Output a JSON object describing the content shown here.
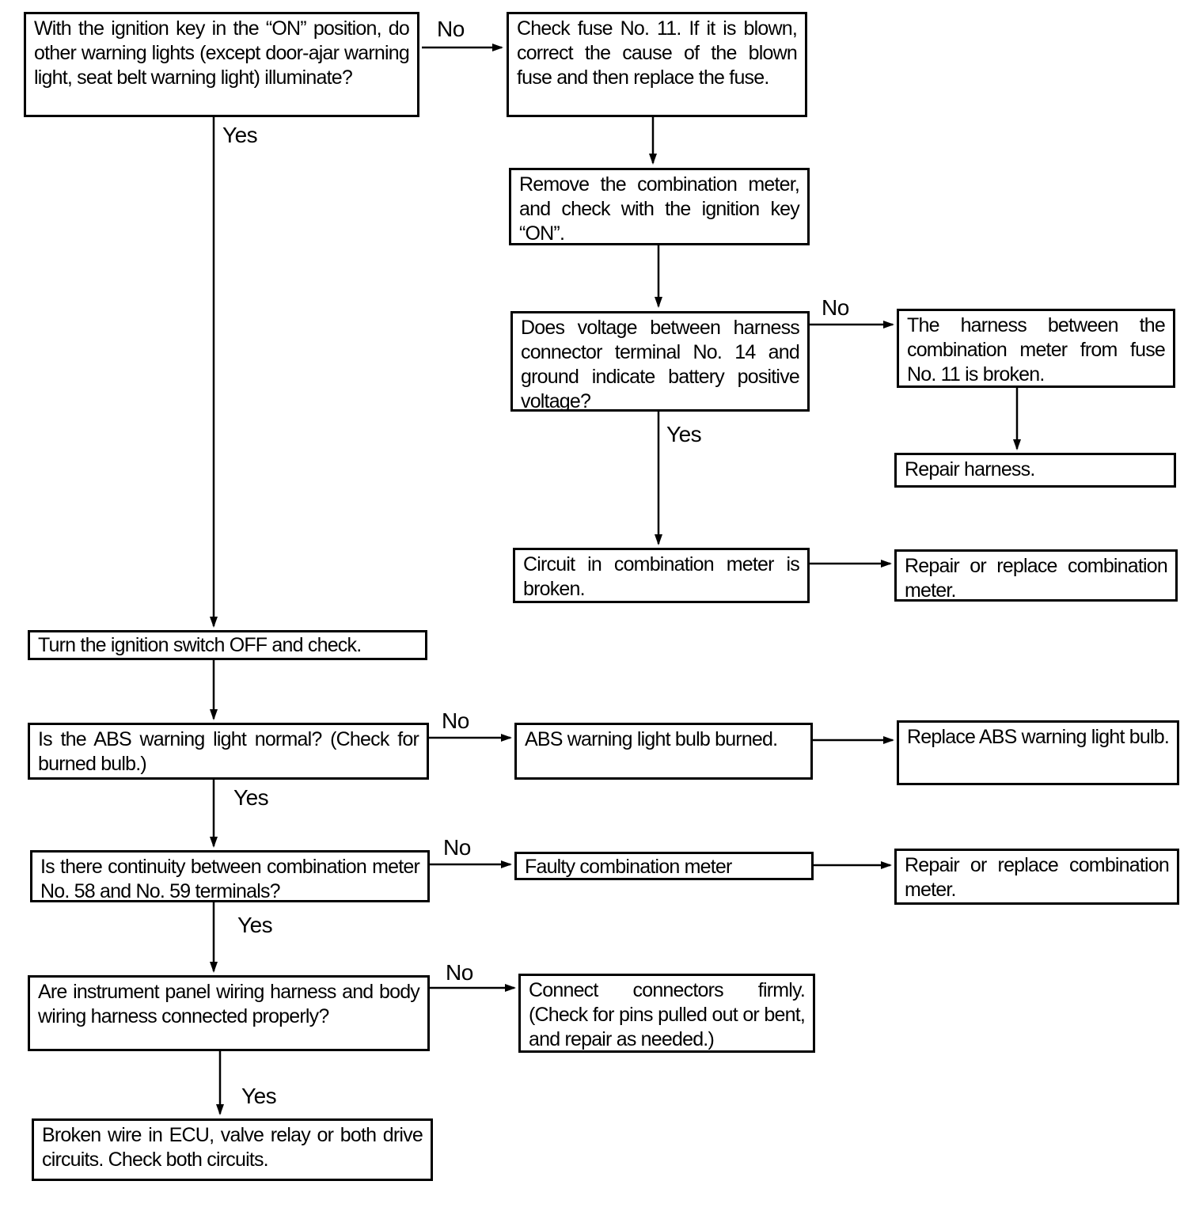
{
  "page": {
    "background": "#ffffff",
    "ink": "#000000"
  },
  "labels": {
    "yes": "Yes",
    "no": "No"
  },
  "nodes": {
    "ignition_on_question": "With the ignition key in the “ON” position, do other warning lights (except door-ajar warning light, seat belt warning light) illu­minate?",
    "check_fuse": "Check fuse No. 11. If it is blown, correct the cause of the blown fuse and then re­place the fuse.",
    "remove_meter": "Remove the combination me­ter, and check with the igni­tion key “ON”.",
    "voltage_question": "Does voltage between har­ness connector terminal No. 14 and ground indicate bat­tery positive voltage?",
    "harness_broken": "The harness between the combination meter from fuse No. 11 is broken.",
    "repair_harness": "Repair harness.",
    "circuit_broken": "Circuit in combination meter is broken.",
    "repair_replace_meter_1": "Repair or replace combina­tion meter.",
    "turn_ignition_off": "Turn the ignition switch OFF and check.",
    "abs_light_question": "Is the ABS warning light normal? (Check for burned bulb.)",
    "bulb_burned": "ABS warning light bulb burned.",
    "replace_bulb": "Replace ABS warning light bulb.",
    "continuity_question": "Is there continuity between combination meter No. 58 and No. 59 terminals?",
    "faulty_meter": "Faulty combination meter",
    "repair_replace_meter_2": "Repair or replace combina­tion meter.",
    "harness_connected_question": "Are instrument panel wiring harness and body wiring harness connected proper­ly?",
    "connect_connectors": "Connect connectors firmly. (Check for pins pulled out or bent, and repair as needed.)",
    "broken_wire": "Broken wire in ECU, valve relay or both drive circuits. Check both circuits."
  }
}
